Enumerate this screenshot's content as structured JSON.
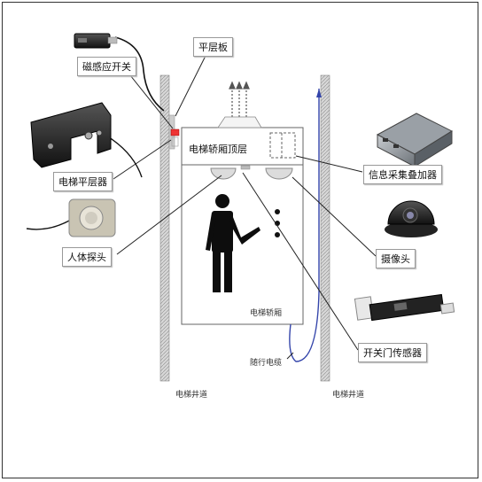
{
  "labels": {
    "magnetic_switch": "磁感应开关",
    "leveling_plate": "平层板",
    "elevator_leveler": "电梯平层器",
    "human_probe": "人体探头",
    "info_overlay": "信息采集叠加器",
    "camera": "摄像头",
    "door_sensor": "开关门传感器",
    "car_roof": "电梯轿厢顶层",
    "car_body": "电梯轿厢",
    "traveling_cable": "随行电缆",
    "shaft_left": "电梯井道",
    "shaft_right": "电梯井道"
  }
}
